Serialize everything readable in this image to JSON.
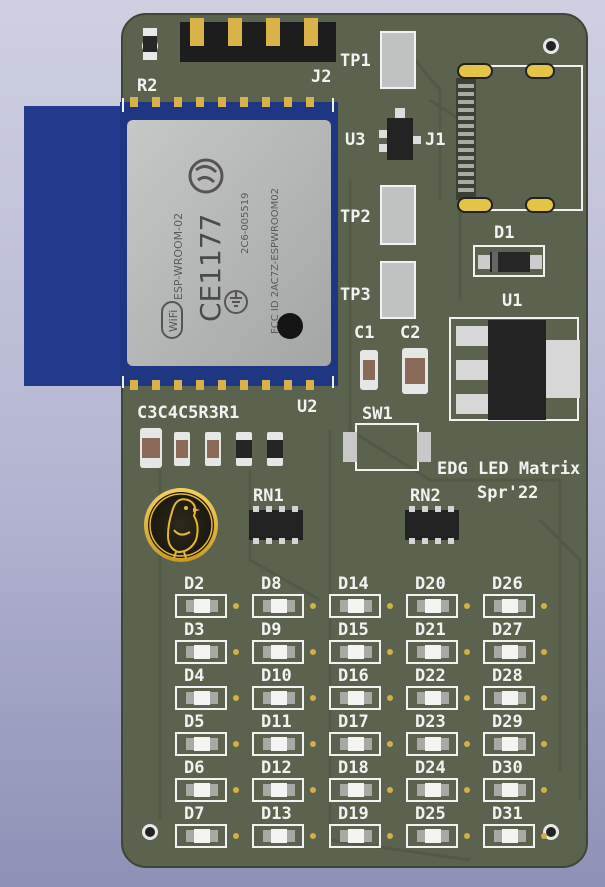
{
  "board": {
    "title_line1": "EDG LED Matrix",
    "title_line2": "Spr'22",
    "colors": {
      "pcb": "#5b624d",
      "pcb_edge": "#40453a",
      "silk": "#f2f2f2",
      "antenna": "#233a8c",
      "shield": "#b7b9b8",
      "gold": "#e6b830",
      "led_body": "#f4f4f2",
      "chip": "#2a2a2a"
    }
  },
  "labels": {
    "r2": "R2",
    "j2": "J2",
    "tp1": "TP1",
    "tp2": "TP2",
    "tp3": "TP3",
    "u3": "U3",
    "j1": "J1",
    "d1": "D1",
    "u1": "U1",
    "u2": "U2",
    "c1": "C1",
    "c2": "C2",
    "sw1": "SW1",
    "rn1": "RN1",
    "rn2": "RN2",
    "passives_row": "C3C4C5R3R1"
  },
  "esp_module": {
    "model": "ESP-WROOM-02",
    "ce_mark": "CE1177",
    "id_code": "2C6-005519",
    "fcc_id": "FCC ID 2AC7Z-ESPWROOM02",
    "wifi_logo_text": "WiFi",
    "brand_icon": "espressif-logo-icon"
  },
  "leds": {
    "columns": [
      [
        "D2",
        "D3",
        "D4",
        "D5",
        "D6",
        "D7"
      ],
      [
        "D8",
        "D9",
        "D10",
        "D11",
        "D12",
        "D13"
      ],
      [
        "D14",
        "D15",
        "D16",
        "D17",
        "D18",
        "D19"
      ],
      [
        "D20",
        "D21",
        "D22",
        "D23",
        "D24",
        "D25"
      ],
      [
        "D26",
        "D27",
        "D28",
        "D29",
        "D30",
        "D31"
      ]
    ]
  },
  "logo": {
    "icon": "bird-logo-icon"
  }
}
